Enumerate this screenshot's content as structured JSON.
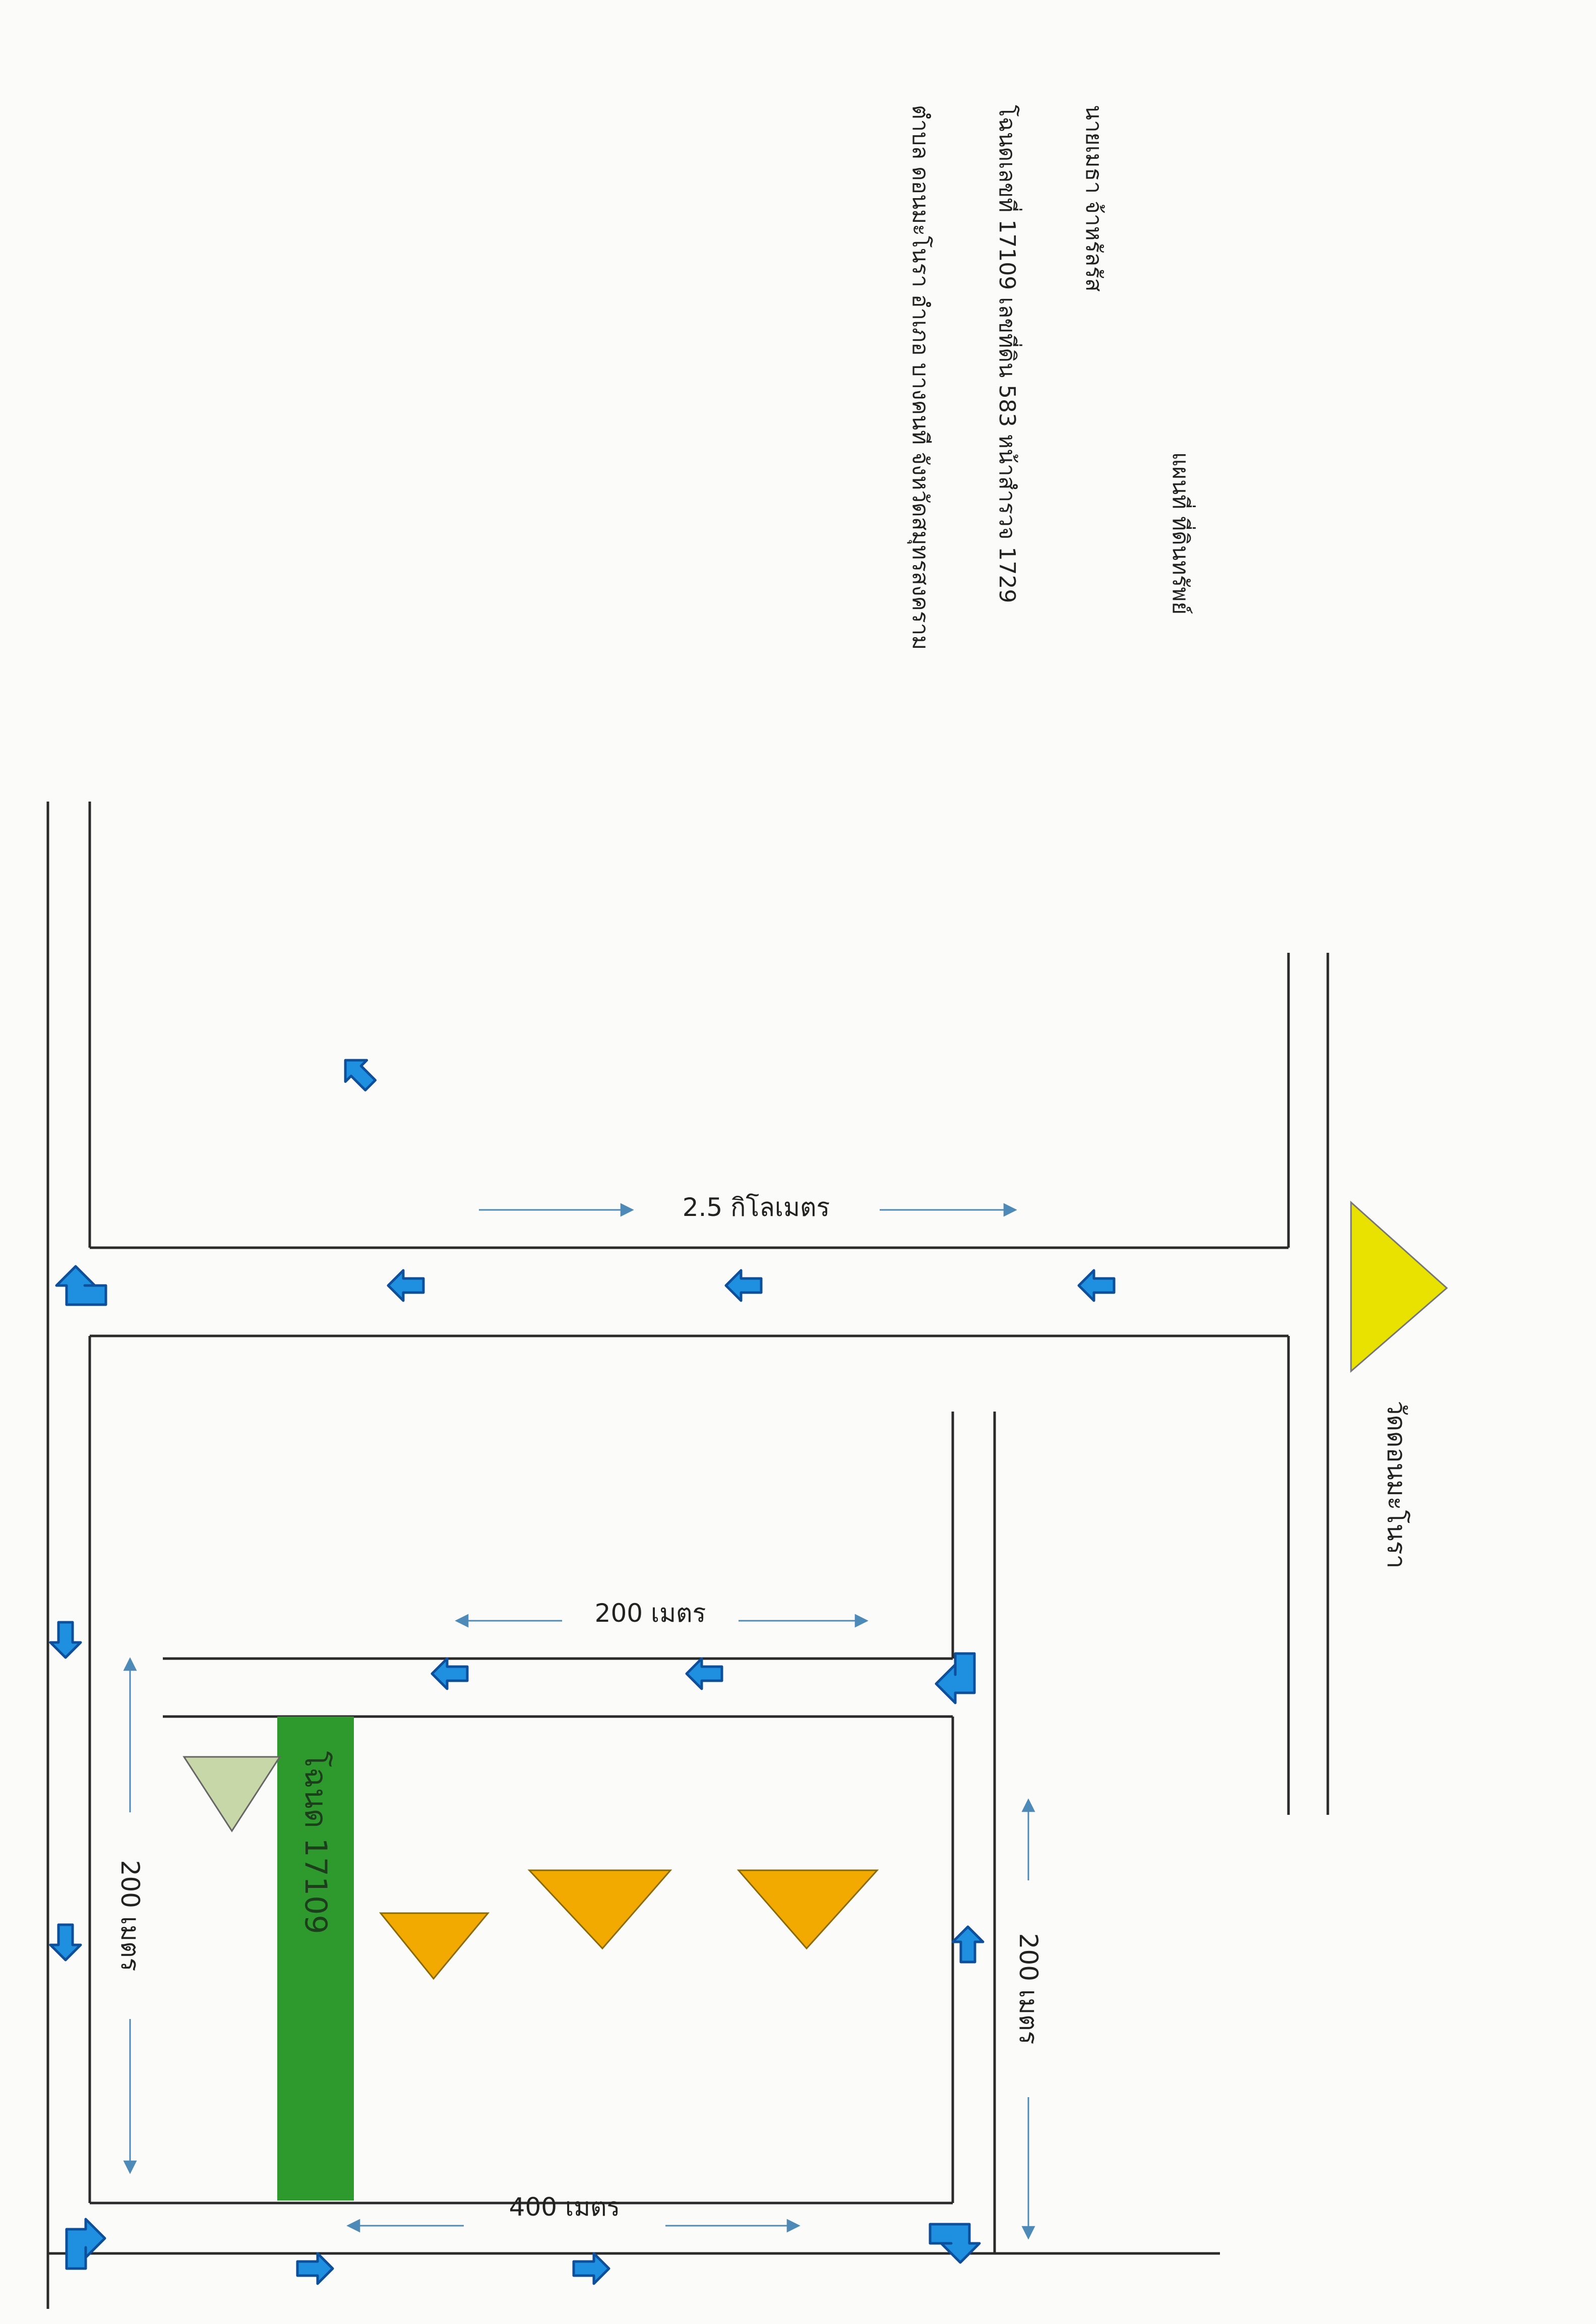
{
  "header": {
    "title": "แผนที่ ที่ดินทรัพย์",
    "owner": "นายเมธา จ้าหรัลรัส",
    "deed_line": "โฉนดเลขที่ 17109 เลขที่ดิน 583 หน้าสำรวจ 1729",
    "address": "ตำบล ดอนมะโนรา อำเภอ บางคนที จังหวัดสมุทรสงคราม"
  },
  "labels": {
    "distance_km": "2.5 กิโลเมตร",
    "temple": "วัดดอนมะโนรา",
    "plot": "โฉนด 17109",
    "dim_top": "200 เมตร",
    "dim_left": "200 เมตร",
    "dim_right": "200 เมตร",
    "dim_bottom": "400 เมตร"
  },
  "colors": {
    "road_line": "#2a2a2a",
    "arrow_fill": "#1f8fe0",
    "arrow_stroke": "#0d4f9a",
    "plot_green": "#2e9a2e",
    "temple_yellow": "#e9e200",
    "marker_orange": "#f2a900",
    "marker_pale": "#c7d7a8",
    "dimension_line": "#4d8ab8"
  }
}
